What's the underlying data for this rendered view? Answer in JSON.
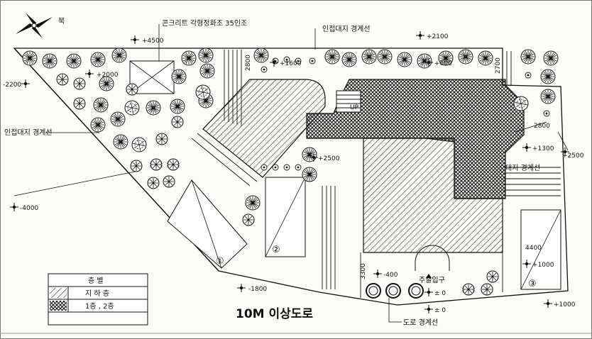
{
  "north_label": "북",
  "road_title": "10M 이상도로",
  "annotations": {
    "pond": "콘크리트 각형정화조 35인조",
    "boundary_top": "인접대지 경계선",
    "boundary_left": "인접대지 경계선",
    "boundary_right": "대지 경계선",
    "boundary_bottom": "도로 경계선",
    "entrance": "주출입구",
    "stair_tag": "UP"
  },
  "elevations": {
    "e_4500": "+4500",
    "e_2100": "+2100",
    "e_2200": "-2200",
    "e_2000": "+2000",
    "e_1600": "+1600",
    "e_600": "+600",
    "e_2500a": "+2500",
    "e_4000": "-4000",
    "e_1800": "-1800",
    "e_1300": "+1300",
    "e_2500b": "+2500",
    "e_1000a": "+1000",
    "e_1000b": "+1000",
    "e_400": "-400",
    "e_0a": "± 0",
    "e_0b": "± 0"
  },
  "dimensions": {
    "d_2800": "2800",
    "d_2700": "2700",
    "d_2800b": "2800",
    "d_3300": "3300",
    "d_4400": "4400"
  },
  "parking_numbers": [
    "①",
    "②",
    "③"
  ],
  "legend": {
    "header": "층 별",
    "rows": [
      {
        "label": "지 하 층"
      },
      {
        "label": "1층 , 2층"
      }
    ]
  },
  "colors": {
    "line": "#111111",
    "paper": "#fbfbf8"
  }
}
